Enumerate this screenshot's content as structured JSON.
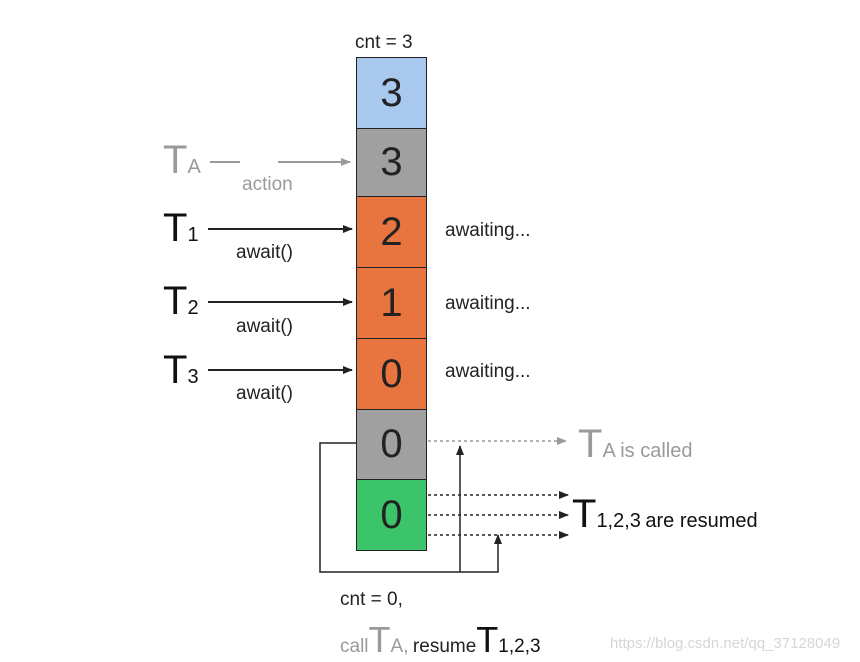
{
  "top_label": "cnt = 3",
  "cells": [
    {
      "value": "3",
      "color": "#a8c8ee"
    },
    {
      "value": "3",
      "color": "#a0a0a0"
    },
    {
      "value": "2",
      "color": "#e8743f"
    },
    {
      "value": "1",
      "color": "#e8743f"
    },
    {
      "value": "0",
      "color": "#e8743f"
    },
    {
      "value": "0",
      "color": "#a0a0a0"
    },
    {
      "value": "0",
      "color": "#3cc46a"
    }
  ],
  "ta": {
    "letter": "T",
    "sub": "A",
    "edge_label": "action"
  },
  "threads": [
    {
      "letter": "T",
      "sub": "1",
      "edge_label": "await()",
      "status": "awaiting..."
    },
    {
      "letter": "T",
      "sub": "2",
      "edge_label": "await()",
      "status": "awaiting..."
    },
    {
      "letter": "T",
      "sub": "3",
      "edge_label": "await()",
      "status": "awaiting..."
    }
  ],
  "ta_called": {
    "letter": "T",
    "sub": "A",
    "suffix": "is called"
  },
  "resumed": {
    "letter": "T",
    "sub": "1,2,3",
    "suffix": "are resumed"
  },
  "bottom": {
    "line1": "cnt = 0,",
    "call_word": "call",
    "ta_letter": "T",
    "ta_sub": "A,",
    "resume_word": "resume",
    "t_letter": "T",
    "t_sub": "1,2,3"
  },
  "watermark": "https://blog.csdn.net/qq_37128049",
  "colors": {
    "line": "#222222",
    "gray_text": "#9a9a9a"
  }
}
